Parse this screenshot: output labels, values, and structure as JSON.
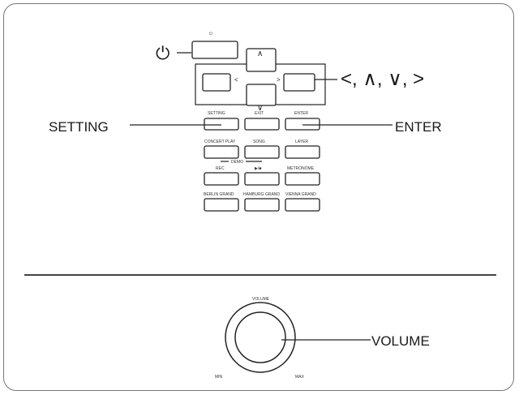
{
  "callouts": {
    "power_symbol": "⏻",
    "arrows": "<, ∧, ∨, >",
    "setting": "SETTING",
    "enter": "ENTER",
    "volume": "VOLUME"
  },
  "button_labels": {
    "power": "⏻",
    "setting": "SETTING",
    "exit": "EXIT",
    "enter": "ENTER",
    "concert_play": "CONCERT PLAY",
    "song": "SONG",
    "layer": "LAYER",
    "demo": "DEMO",
    "rec": "REC",
    "play_stop": "▶/■",
    "metronome": "METRONOME",
    "grand1": "BERLIN GRAND",
    "grand2": "HAMBURG GRAND",
    "grand3": "VIENNA GRAND"
  },
  "dpad": {
    "up": "∧",
    "down": "∨",
    "left": "<",
    "right": ">"
  },
  "knob": {
    "top": "VOLUME",
    "min": "MIN",
    "max": "MAX"
  }
}
